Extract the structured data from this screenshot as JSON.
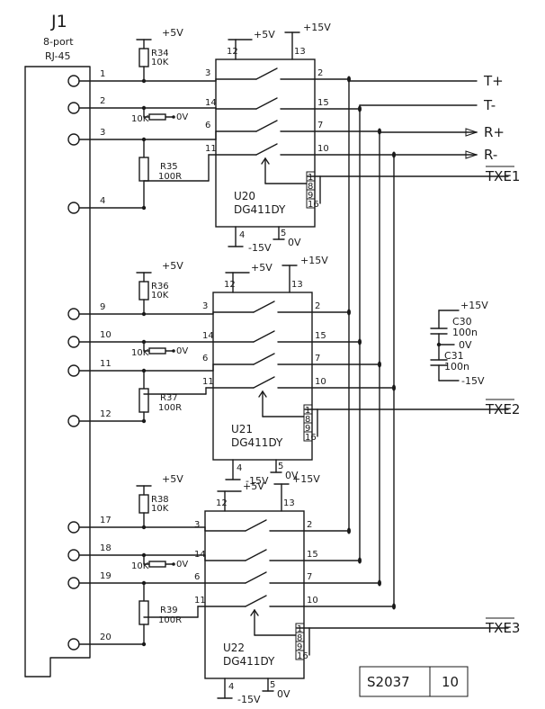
{
  "connector": {
    "ref": "J1",
    "desc_line1": "8-port",
    "desc_line2": "RJ-45",
    "pins": [
      {
        "num": "1",
        "row": 0
      },
      {
        "num": "2",
        "row": 1
      },
      {
        "num": "3",
        "row": 2
      },
      {
        "num": "4",
        "row": 3
      },
      {
        "num": "9",
        "row": 4
      },
      {
        "num": "10",
        "row": 5
      },
      {
        "num": "11",
        "row": 6
      },
      {
        "num": "12",
        "row": 7
      },
      {
        "num": "17",
        "row": 8
      },
      {
        "num": "18",
        "row": 9
      },
      {
        "num": "19",
        "row": 10
      },
      {
        "num": "20",
        "row": 11
      }
    ]
  },
  "channels": [
    {
      "chip_ref": "U20",
      "chip_part": "DG411DY",
      "pull_res_ref": "R34",
      "pull_res_val": "10K",
      "term_res_ref": "R35",
      "term_res_val": "100R",
      "div_res_val": "10K",
      "div_res_net": "0V",
      "pullup_net": "+5V",
      "supply_vdd_pin": "12",
      "supply_vdd_net": "+5V",
      "supply_vp_pin": "13",
      "supply_vp_net": "+15V",
      "gnd_pin": "5",
      "gnd_net": "0V",
      "vn_pin": "4",
      "vn_net": "-15V",
      "switch_inputs": [
        "3",
        "14",
        "6",
        "11"
      ],
      "switch_outputs": [
        "2",
        "15",
        "7",
        "10"
      ],
      "ctrl_pins": [
        "1",
        "8",
        "9",
        "16"
      ],
      "enable_net": "TXE1"
    },
    {
      "chip_ref": "U21",
      "chip_part": "DG411DY",
      "pull_res_ref": "R36",
      "pull_res_val": "10K",
      "term_res_ref": "R37",
      "term_res_val": "100R",
      "div_res_val": "10K",
      "div_res_net": "0V",
      "pullup_net": "+5V",
      "supply_vdd_pin": "12",
      "supply_vdd_net": "+5V",
      "supply_vp_pin": "13",
      "supply_vp_net": "+15V",
      "gnd_pin": "5",
      "gnd_net": "0V",
      "vn_pin": "4",
      "vn_net": "-15V",
      "switch_inputs": [
        "3",
        "14",
        "6",
        "11"
      ],
      "switch_outputs": [
        "2",
        "15",
        "7",
        "10"
      ],
      "ctrl_pins": [
        "1",
        "8",
        "9",
        "16"
      ],
      "enable_net": "TXE2"
    },
    {
      "chip_ref": "U22",
      "chip_part": "DG411DY",
      "pull_res_ref": "R38",
      "pull_res_val": "10K",
      "term_res_ref": "R39",
      "term_res_val": "100R",
      "div_res_val": "10K",
      "div_res_net": "0V",
      "pullup_net": "+5V",
      "supply_vdd_pin": "12",
      "supply_vdd_net": "+5V",
      "supply_vp_pin": "13",
      "supply_vp_net": "+15V",
      "gnd_pin": "5",
      "gnd_net": "0V",
      "vn_pin": "4",
      "vn_net": "-15V",
      "switch_inputs": [
        "3",
        "14",
        "6",
        "11"
      ],
      "switch_outputs": [
        "2",
        "15",
        "7",
        "10"
      ],
      "ctrl_pins": [
        "1",
        "8",
        "9",
        "16"
      ],
      "enable_net": "TXE3"
    }
  ],
  "bus_nets": [
    "T+",
    "T-",
    "R+",
    "R-"
  ],
  "decoupling": {
    "c30_ref": "C30",
    "c30_val": "100n",
    "c30_net": "+15V",
    "c31_ref": "C31",
    "c31_val": "100n",
    "c31_net": "-15V",
    "mid_net": "0V"
  },
  "title_block": {
    "drawing_no": "S2037",
    "sheet": "10"
  }
}
